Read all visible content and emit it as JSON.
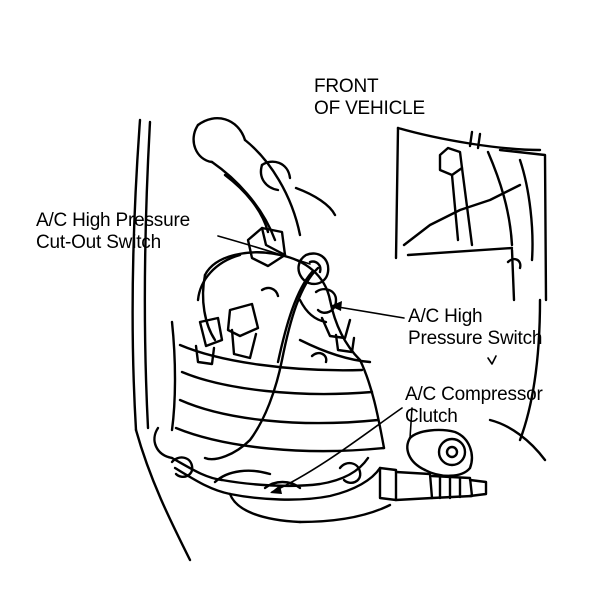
{
  "labels": {
    "front_of_vehicle": {
      "line1": "FRONT",
      "line2": "OF VEHICLE"
    },
    "cutout_switch": {
      "line1": "A/C High Pressure",
      "line2": "Cut-Out Switch"
    },
    "high_pressure_switch": {
      "line1": "A/C High",
      "line2": "Pressure Switch"
    },
    "compressor_clutch": {
      "line1": "A/C Compressor",
      "line2": "Clutch"
    }
  },
  "colors": {
    "ink": "#000000",
    "paper": "#ffffff"
  }
}
